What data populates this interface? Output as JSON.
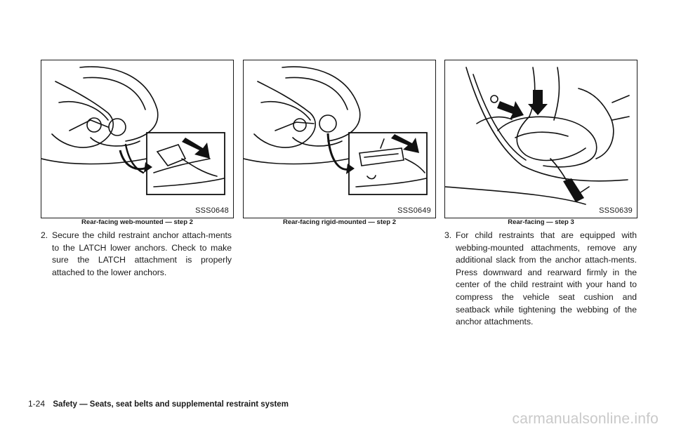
{
  "figures": [
    {
      "code": "SSS0648",
      "caption": "Rear-facing web-mounted — step 2"
    },
    {
      "code": "SSS0649",
      "caption": "Rear-facing rigid-mounted — step 2"
    },
    {
      "code": "SSS0639",
      "caption": "Rear-facing — step 3"
    }
  ],
  "steps": [
    {
      "number": "2.",
      "text": "Secure the child restraint anchor attach-ments to the LATCH lower anchors. Check to make sure the LATCH attachment is properly attached to the lower anchors."
    },
    {
      "number": "3.",
      "text": "For child restraints that are equipped with webbing-mounted attachments, remove any additional slack from the anchor attach-ments. Press downward and rearward firmly in the center of the child restraint with your hand to compress the vehicle seat cushion and seatback while tightening the webbing of the anchor attachments."
    }
  ],
  "footer": {
    "page": "1-24",
    "section": "Safety — Seats, seat belts and supplemental restraint system"
  },
  "watermark": "carmanualsonline.info"
}
